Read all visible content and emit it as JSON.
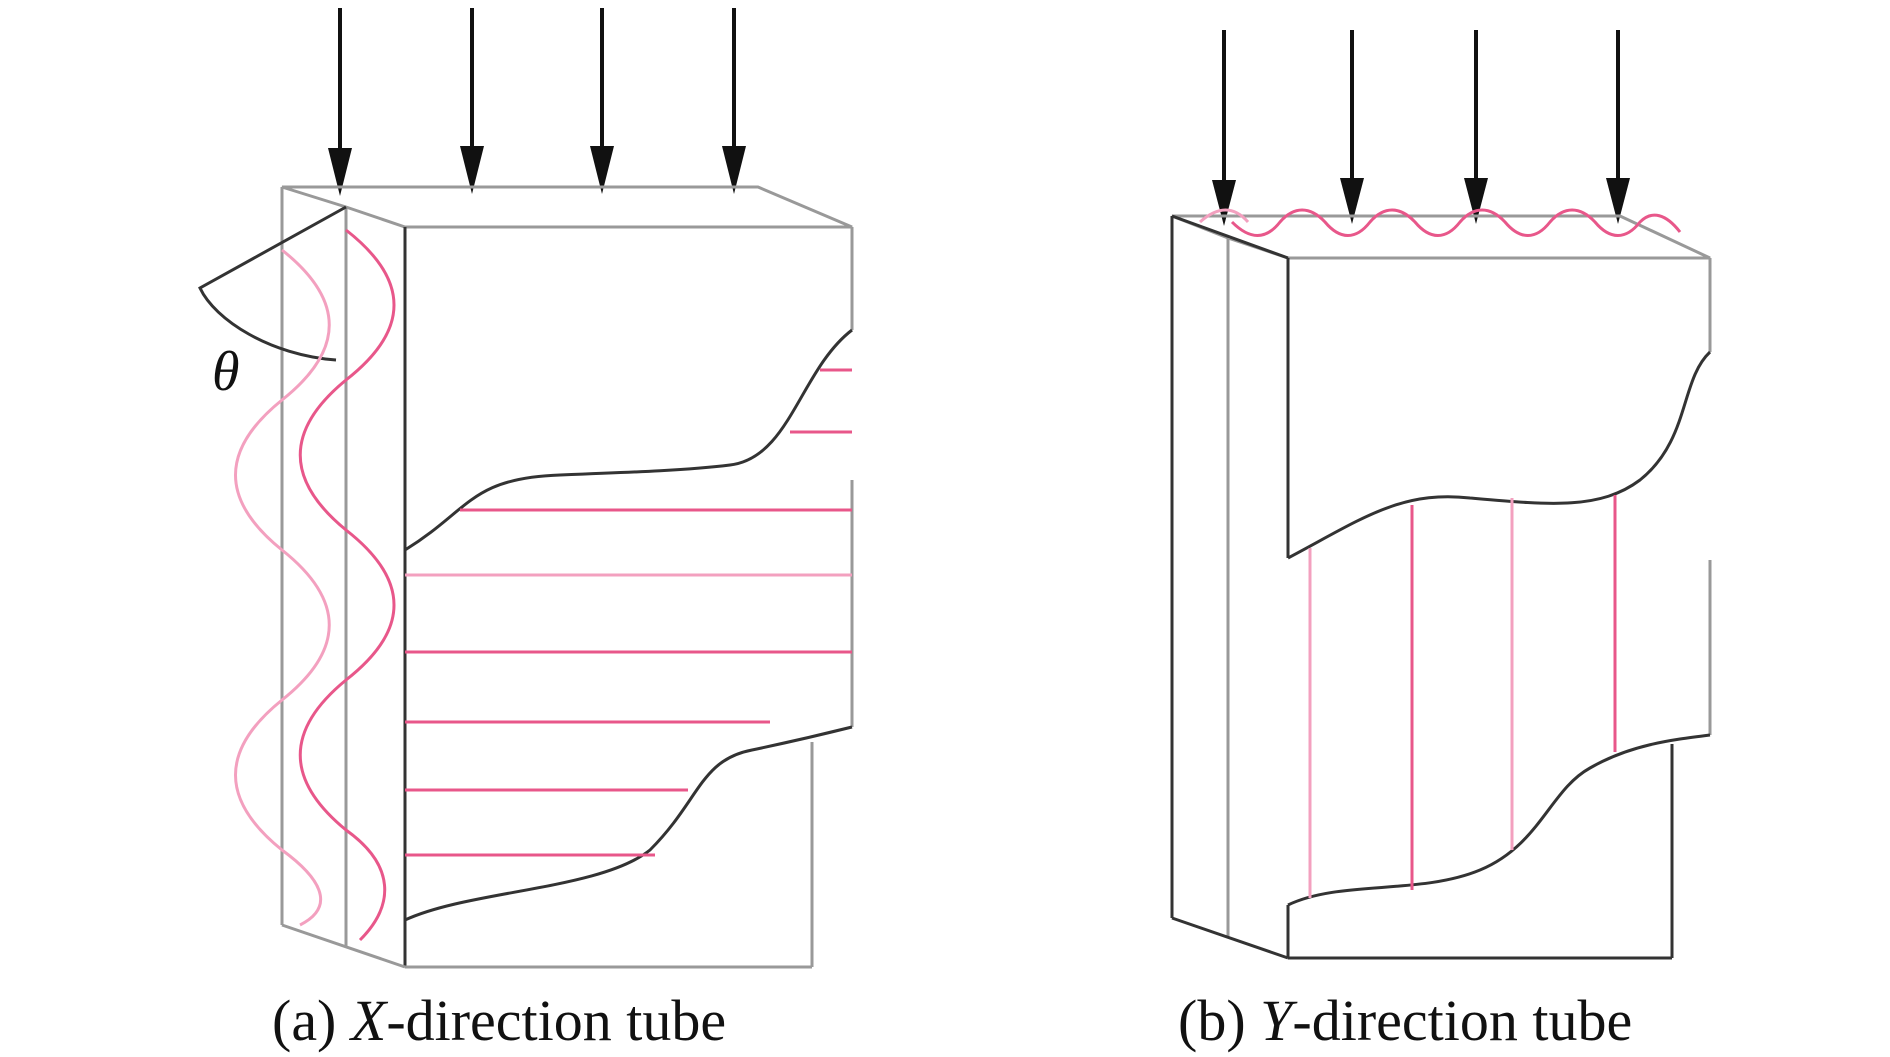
{
  "panel_a": {
    "caption_prefix": "(a) ",
    "caption_axis": "X",
    "caption_suffix": "-direction tube",
    "angle_label": "θ"
  },
  "panel_b": {
    "caption_prefix": "(b) ",
    "caption_axis": "Y",
    "caption_suffix": "-direction tube"
  },
  "colors": {
    "fiber": "#e8578a",
    "fiber_light": "#f3a0bf",
    "edge": "#555555",
    "arrow": "#111111"
  },
  "icons": {
    "load": "down-arrow-icon"
  }
}
